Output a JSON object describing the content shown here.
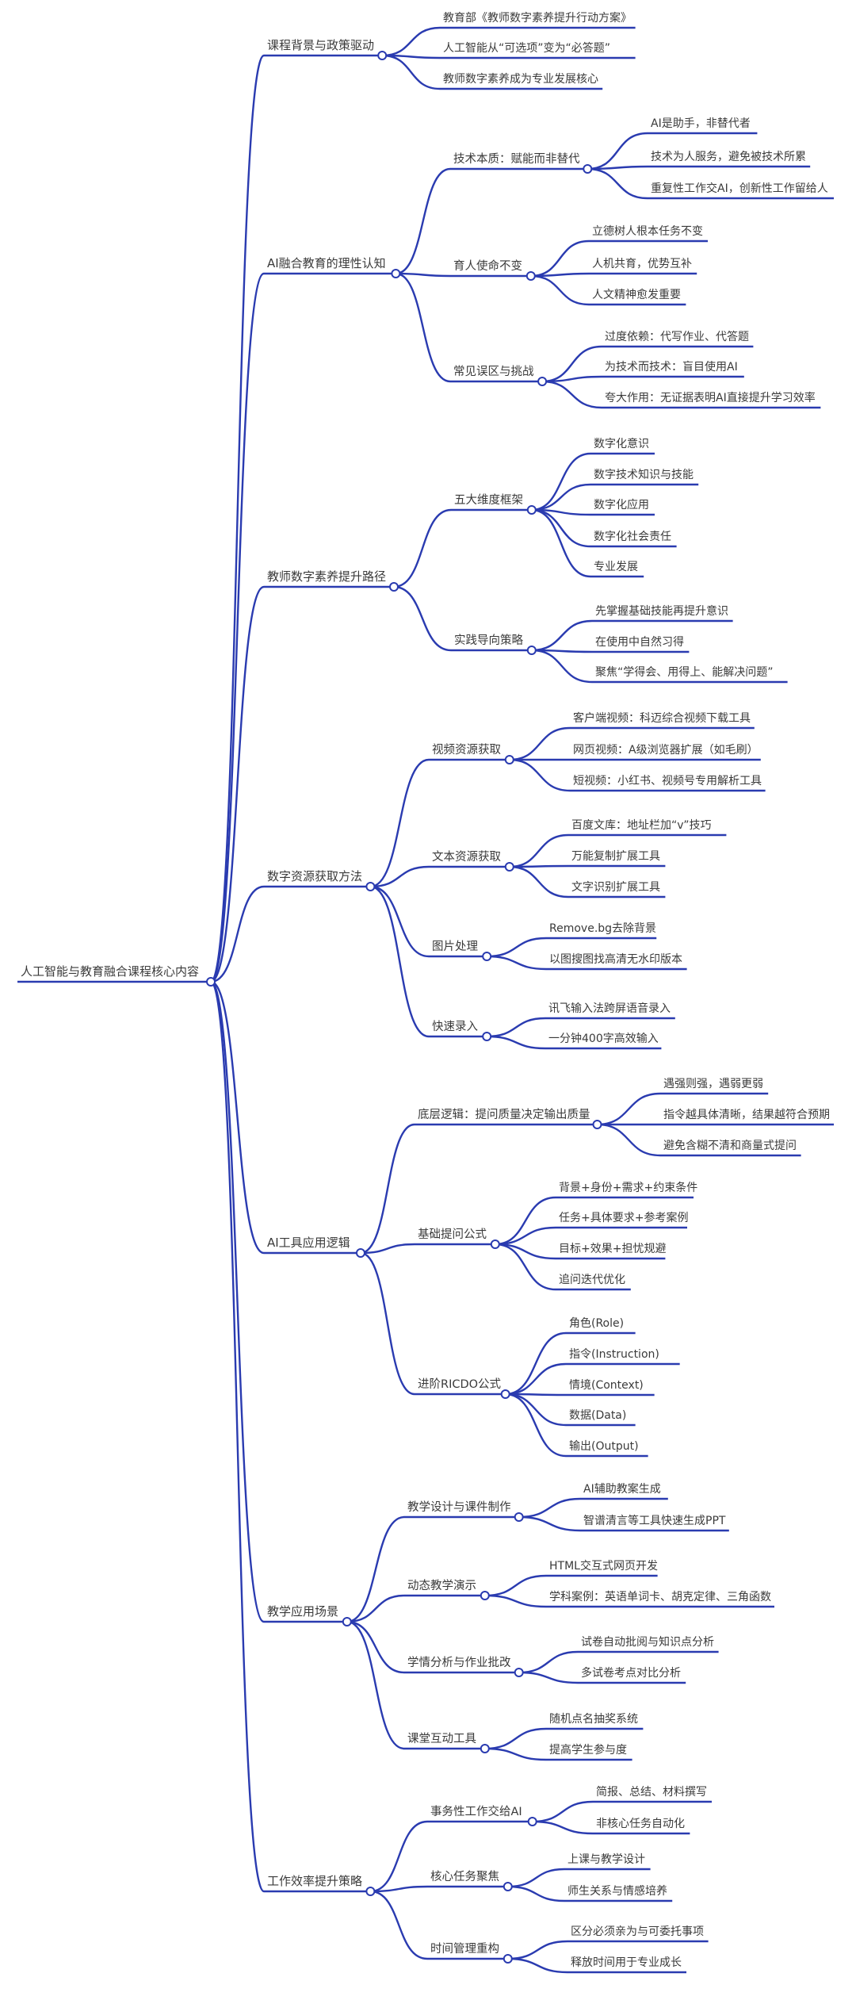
{
  "root": {
    "label": "人工智能与教育融合课程核心内容",
    "children": [
      {
        "label": "课程背景与政策驱动",
        "children": [
          {
            "label": "教育部《教师数字素养提升行动方案》"
          },
          {
            "label": "人工智能从“可选项”变为“必答题”"
          },
          {
            "label": "教师数字素养成为专业发展核心"
          }
        ]
      },
      {
        "label": "AI融合教育的理性认知",
        "children": [
          {
            "label": "技术本质：赋能而非替代",
            "children": [
              {
                "label": "AI是助手，非替代者"
              },
              {
                "label": "技术为人服务，避免被技术所累"
              },
              {
                "label": "重复性工作交AI，创新性工作留给人"
              }
            ]
          },
          {
            "label": "育人使命不变",
            "children": [
              {
                "label": "立德树人根本任务不变"
              },
              {
                "label": "人机共育，优势互补"
              },
              {
                "label": "人文精神愈发重要"
              }
            ]
          },
          {
            "label": "常见误区与挑战",
            "children": [
              {
                "label": "过度依赖：代写作业、代答题"
              },
              {
                "label": "为技术而技术：盲目使用AI"
              },
              {
                "label": "夸大作用：无证据表明AI直接提升学习效率"
              }
            ]
          }
        ]
      },
      {
        "label": "教师数字素养提升路径",
        "children": [
          {
            "label": "五大维度框架",
            "children": [
              {
                "label": "数字化意识"
              },
              {
                "label": "数字技术知识与技能"
              },
              {
                "label": "数字化应用"
              },
              {
                "label": "数字化社会责任"
              },
              {
                "label": "专业发展"
              }
            ]
          },
          {
            "label": "实践导向策略",
            "children": [
              {
                "label": "先掌握基础技能再提升意识"
              },
              {
                "label": "在使用中自然习得"
              },
              {
                "label": "聚焦“学得会、用得上、能解决问题”"
              }
            ]
          }
        ]
      },
      {
        "label": "数字资源获取方法",
        "children": [
          {
            "label": "视频资源获取",
            "children": [
              {
                "label": "客户端视频：科迈综合视频下载工具"
              },
              {
                "label": "网页视频：A级浏览器扩展（如毛刷）"
              },
              {
                "label": "短视频：小红书、视频号专用解析工具"
              }
            ]
          },
          {
            "label": "文本资源获取",
            "children": [
              {
                "label": "百度文库：地址栏加“v”技巧"
              },
              {
                "label": "万能复制扩展工具"
              },
              {
                "label": "文字识别扩展工具"
              }
            ]
          },
          {
            "label": "图片处理",
            "children": [
              {
                "label": "Remove.bg去除背景"
              },
              {
                "label": "以图搜图找高清无水印版本"
              }
            ]
          },
          {
            "label": "快速录入",
            "children": [
              {
                "label": "讯飞输入法跨屏语音录入"
              },
              {
                "label": "一分钟400字高效输入"
              }
            ]
          }
        ]
      },
      {
        "label": "AI工具应用逻辑",
        "children": [
          {
            "label": "底层逻辑：提问质量决定输出质量",
            "children": [
              {
                "label": "遇强则强，遇弱更弱"
              },
              {
                "label": "指令越具体清晰，结果越符合预期"
              },
              {
                "label": "避免含糊不清和商量式提问"
              }
            ]
          },
          {
            "label": "基础提问公式",
            "children": [
              {
                "label": "背景+身份+需求+约束条件"
              },
              {
                "label": "任务+具体要求+参考案例"
              },
              {
                "label": "目标+效果+担忧规避"
              },
              {
                "label": "追问迭代优化"
              }
            ]
          },
          {
            "label": "进阶RICDO公式",
            "children": [
              {
                "label": "角色(Role)"
              },
              {
                "label": "指令(Instruction)"
              },
              {
                "label": "情境(Context)"
              },
              {
                "label": "数据(Data)"
              },
              {
                "label": "输出(Output)"
              }
            ]
          }
        ]
      },
      {
        "label": "教学应用场景",
        "children": [
          {
            "label": "教学设计与课件制作",
            "children": [
              {
                "label": "AI辅助教案生成"
              },
              {
                "label": "智谱清言等工具快速生成PPT"
              }
            ]
          },
          {
            "label": "动态教学演示",
            "children": [
              {
                "label": "HTML交互式网页开发"
              },
              {
                "label": "学科案例：英语单词卡、胡克定律、三角函数"
              }
            ]
          },
          {
            "label": "学情分析与作业批改",
            "children": [
              {
                "label": "试卷自动批阅与知识点分析"
              },
              {
                "label": "多试卷考点对比分析"
              }
            ]
          },
          {
            "label": "课堂互动工具",
            "children": [
              {
                "label": "随机点名抽奖系统"
              },
              {
                "label": "提高学生参与度"
              }
            ]
          }
        ]
      },
      {
        "label": "工作效率提升策略",
        "children": [
          {
            "label": "事务性工作交给AI",
            "children": [
              {
                "label": "简报、总结、材料撰写"
              },
              {
                "label": "非核心任务自动化"
              }
            ]
          },
          {
            "label": "核心任务聚焦",
            "children": [
              {
                "label": "上课与教学设计"
              },
              {
                "label": "师生关系与情感培养"
              }
            ]
          },
          {
            "label": "时间管理重构",
            "children": [
              {
                "label": "区分必须亲为与可委托事项"
              },
              {
                "label": "释放时间用于专业成长"
              }
            ]
          }
        ]
      }
    ]
  },
  "colors": {
    "line": "#2a3bb0",
    "text": "#3a3a3a",
    "background": "#ffffff"
  }
}
